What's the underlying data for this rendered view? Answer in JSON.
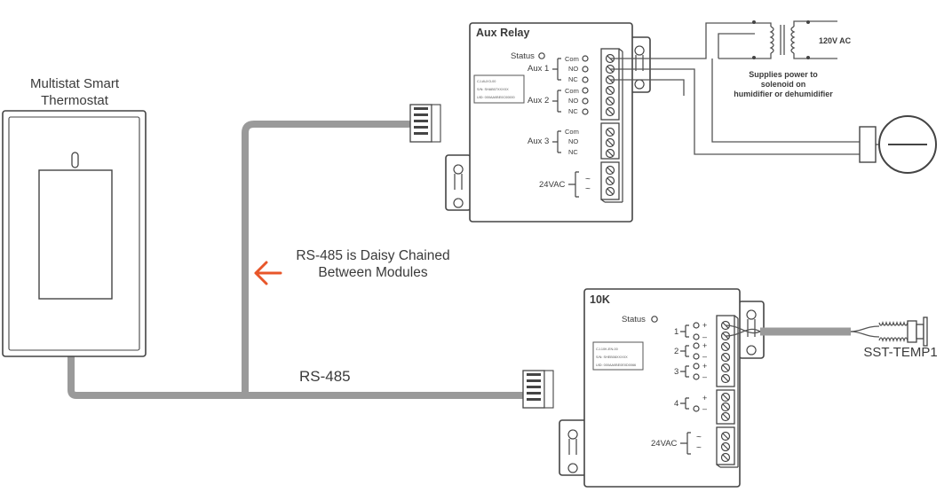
{
  "thermostat": {
    "title_line1": "Multistat Smart",
    "title_line2": "Thermostat"
  },
  "annotation": {
    "line1": "RS-485 is Daisy Chained",
    "line2": "Between Modules",
    "arrow_color": "#e8562a"
  },
  "bus_label": "RS-485",
  "aux_relay": {
    "title": "Aux Relay",
    "status": "Status",
    "aux1": "Aux 1",
    "aux2": "Aux 2",
    "aux3": "Aux 3",
    "com": "Com",
    "no": "NO",
    "nc": "NC",
    "power": "24VAC",
    "tilde": "~",
    "sticker": [
      "CJ-AUX3-00",
      "S/N: SHAB07XXXXX",
      "UID: 000AA0BE0C00000"
    ]
  },
  "tenk": {
    "title": "10K",
    "status": "Status",
    "inputs": [
      "1",
      "2",
      "3",
      "4"
    ],
    "plus": "+",
    "minus": "–",
    "power": "24VAC",
    "tilde": "~",
    "sticker": [
      "CJ-10K-EN-00",
      "S/N: SHEB08XXXXX",
      "UID: 000AA0BE0E0D0066"
    ]
  },
  "power_note": {
    "voltage": "120V AC",
    "line1": "Supplies power to",
    "line2": "solenoid on",
    "line3": "humidifier or dehumidifier"
  },
  "sensor": {
    "label": "SST-TEMP1"
  }
}
